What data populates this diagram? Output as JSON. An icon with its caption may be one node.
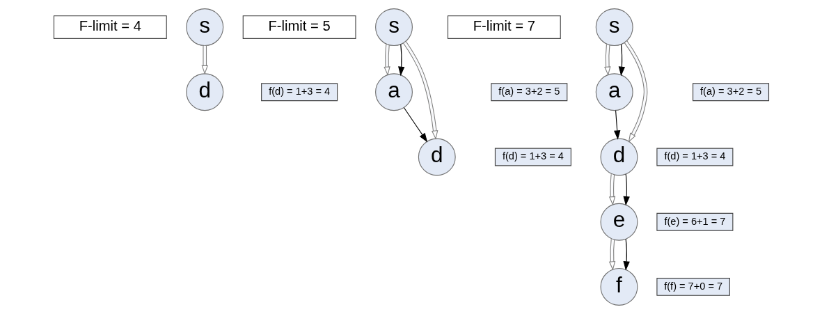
{
  "diagram": {
    "nodes": [
      {
        "text": [
          "F-limit = 4"
        ]
      },
      {
        "text": [
          "s"
        ]
      },
      {
        "text": [
          "d"
        ]
      },
      {
        "text": [
          "f(d) = 1+3 = 4"
        ]
      },
      {
        "text": [
          "F-limit = 5"
        ]
      },
      {
        "text": [
          "s"
        ]
      },
      {
        "text": [
          "f(a) = 3+2 = 5"
        ]
      },
      {
        "text": [
          "a"
        ]
      },
      {
        "text": [
          "f(d) = 1+3 = 4"
        ]
      },
      {
        "text": [
          "d"
        ]
      },
      {
        "text": [
          "F-limit = 7"
        ]
      },
      {
        "text": [
          "s"
        ]
      },
      {
        "text": [
          "f(a) = 3+2 = 5"
        ]
      },
      {
        "text": [
          "a"
        ]
      },
      {
        "text": [
          "f(d) = 1+3 = 4"
        ]
      },
      {
        "text": [
          "d"
        ]
      },
      {
        "text": [
          "e"
        ]
      },
      {
        "text": [
          "f(e) = 6+1 = 7"
        ]
      },
      {
        "text": [
          "f"
        ]
      },
      {
        "text": [
          "f(f) = 7+0 = 7"
        ]
      }
    ],
    "edges": [
      {
        "from": 1,
        "to": 2,
        "arrow": "to"
      },
      {
        "from": 5,
        "to": 7,
        "arrow": "to"
      },
      {
        "from": 5,
        "to": 7,
        "arrow": "to",
        "color": "#000000"
      },
      {
        "from": 5,
        "to": 9,
        "arrow": "to"
      },
      {
        "from": 7,
        "to": 9,
        "arrow": "to",
        "color": "#000000"
      },
      {
        "from": 11,
        "to": 13,
        "arrow": "to"
      },
      {
        "from": 11,
        "to": 13,
        "arrow": "to",
        "color": "#000000"
      },
      {
        "from": 11,
        "to": 15,
        "arrow": "to"
      },
      {
        "from": 13,
        "to": 15,
        "arrow": "to",
        "color": "#000000"
      },
      {
        "from": 15,
        "to": 16,
        "arrow": "to"
      },
      {
        "from": 15,
        "to": 16,
        "arrow": "to",
        "color": "#000000"
      },
      {
        "from": 16,
        "to": 18,
        "arrow": "to"
      },
      {
        "from": 16,
        "to": 18,
        "arrow": "to",
        "color": "#000000"
      }
    ]
  }
}
